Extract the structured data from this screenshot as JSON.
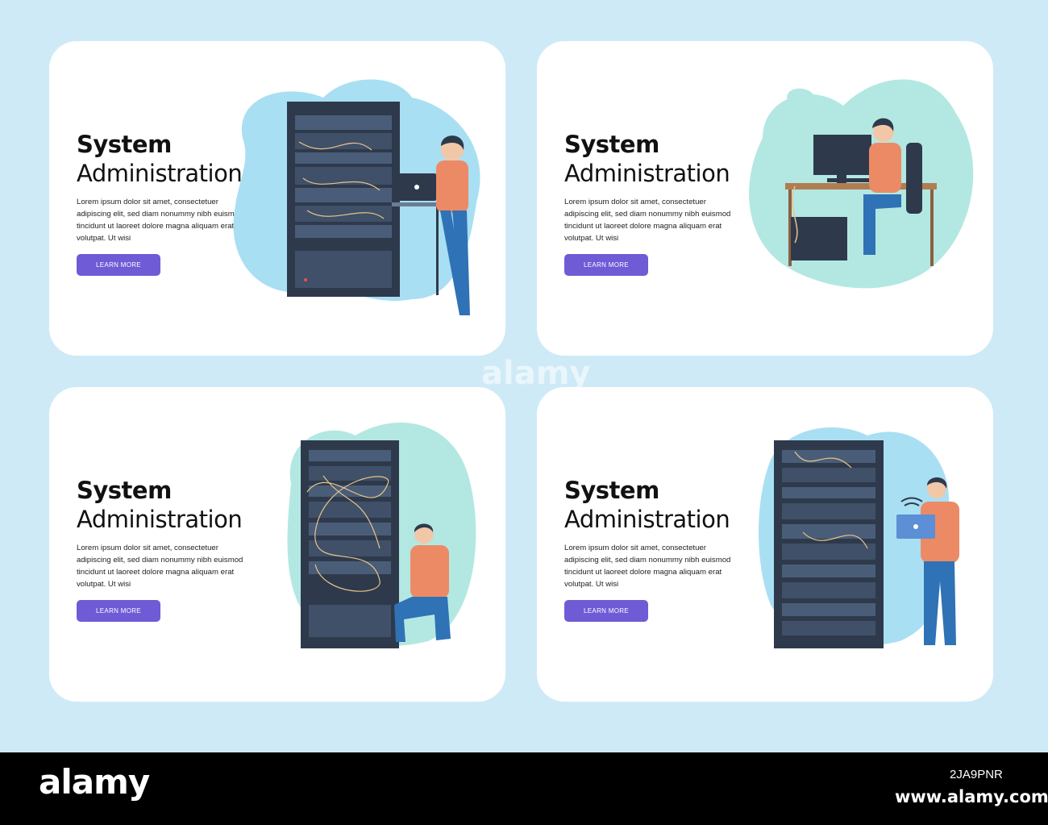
{
  "cards": [
    {
      "title_bold": "System",
      "title_light": "Administration",
      "body": "Lorem ipsum dolor sit amet, consectetuer adipiscing elit, sed diam nonummy nibh euismod tincidunt ut laoreet dolore magna aliquam erat volutpat. Ut wisi",
      "button": "LEARN MORE"
    },
    {
      "title_bold": "System",
      "title_light": "Administration",
      "body": "Lorem ipsum dolor sit amet, consectetuer adipiscing elit, sed diam nonummy nibh euismod tincidunt ut laoreet dolore magna aliquam erat volutpat. Ut wisi",
      "button": "LEARN MORE"
    },
    {
      "title_bold": "System",
      "title_light": "Administration",
      "body": "Lorem ipsum dolor sit amet, consectetuer adipiscing elit, sed diam nonummy nibh euismod tincidunt ut laoreet dolore magna aliquam erat volutpat. Ut wisi",
      "button": "LEARN MORE"
    },
    {
      "title_bold": "System",
      "title_light": "Administration",
      "body": "Lorem ipsum dolor sit amet, consectetuer adipiscing elit, sed diam nonummy nibh euismod tincidunt ut laoreet dolore magna aliquam erat volutpat. Ut wisi",
      "button": "LEARN MORE"
    }
  ],
  "footer": {
    "logo": "alamy",
    "image_id": "2JA9PNR",
    "site": "www.alamy.com"
  },
  "watermark": "alamy",
  "colors": {
    "page_bg": "#cfeaf7",
    "card_bg": "#ffffff",
    "button": "#6f5bd6",
    "blob_blue": "#a9dff2",
    "blob_mint": "#b3e8e2",
    "rack": "#2e3a4c",
    "shirt": "#ec8a66",
    "pants": "#2f72b6"
  },
  "icons": [
    "server-rack-illustration",
    "laptop-icon",
    "monitor-icon",
    "wifi-icon"
  ]
}
